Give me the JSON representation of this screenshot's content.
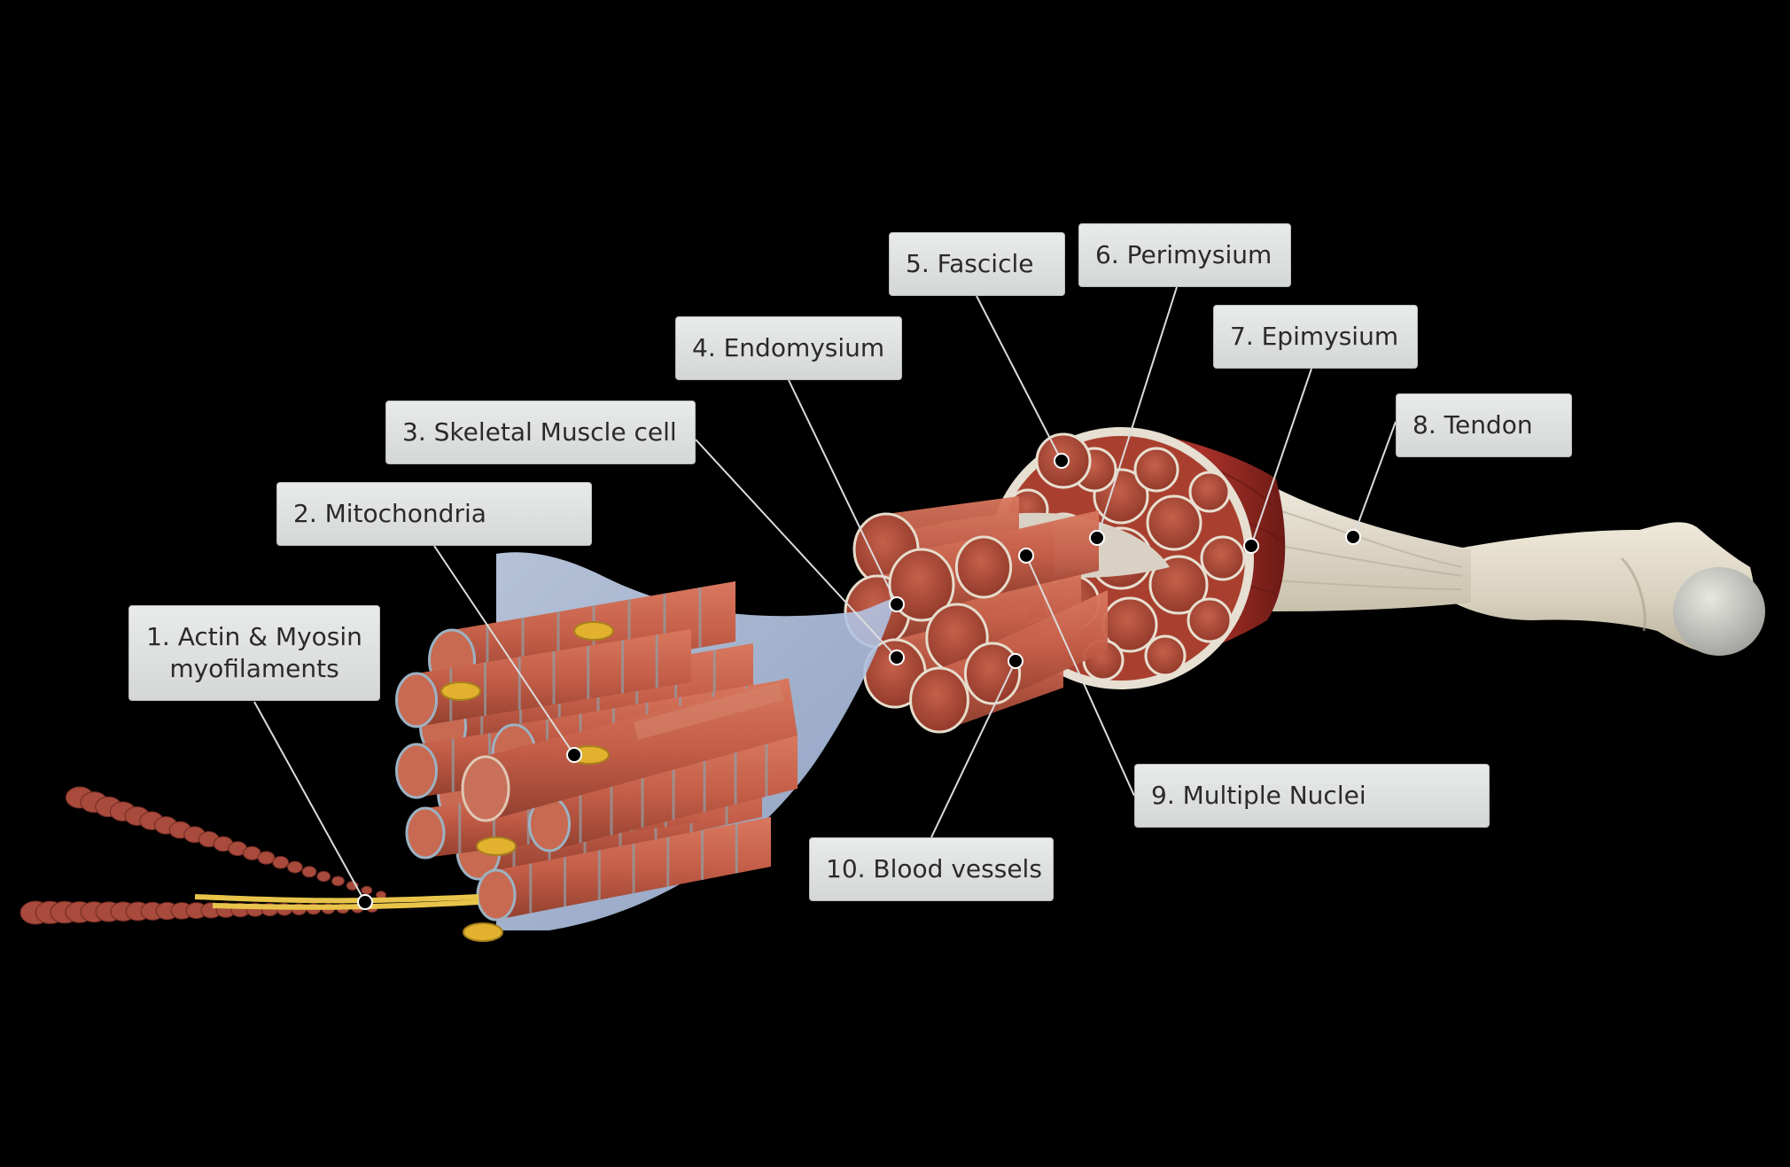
{
  "colors": {
    "background": "#000000",
    "muscle": "#b5513f",
    "muscle_dark": "#7e2a20",
    "epimysium": "#9a2a22",
    "tendon": "#e3ddcf",
    "bone": "#ddd6c5",
    "sheath": "#b8c9e6",
    "mitochondria": "#e2b22f",
    "label_bg": "#e0e2e1",
    "leader_line": "#dddddd"
  },
  "labels": [
    {
      "id": "actin-myosin",
      "lines": [
        "1. Actin & Myosin",
        "myofilaments"
      ]
    },
    {
      "id": "mitochondria",
      "lines": [
        "2. Mitochondria"
      ]
    },
    {
      "id": "skeletal-muscle-cell",
      "lines": [
        "3. Skeletal Muscle cell"
      ]
    },
    {
      "id": "endomysium",
      "lines": [
        "4. Endomysium"
      ]
    },
    {
      "id": "fascicle",
      "lines": [
        "5. Fascicle"
      ]
    },
    {
      "id": "perimysium",
      "lines": [
        "6. Perimysium"
      ]
    },
    {
      "id": "epimysium",
      "lines": [
        "7. Epimysium"
      ]
    },
    {
      "id": "tendon",
      "lines": [
        "8. Tendon"
      ]
    },
    {
      "id": "multiple-nuclei",
      "lines": [
        "9. Multiple Nuclei"
      ]
    },
    {
      "id": "blood-vessels",
      "lines": [
        "10. Blood vessels"
      ]
    }
  ]
}
